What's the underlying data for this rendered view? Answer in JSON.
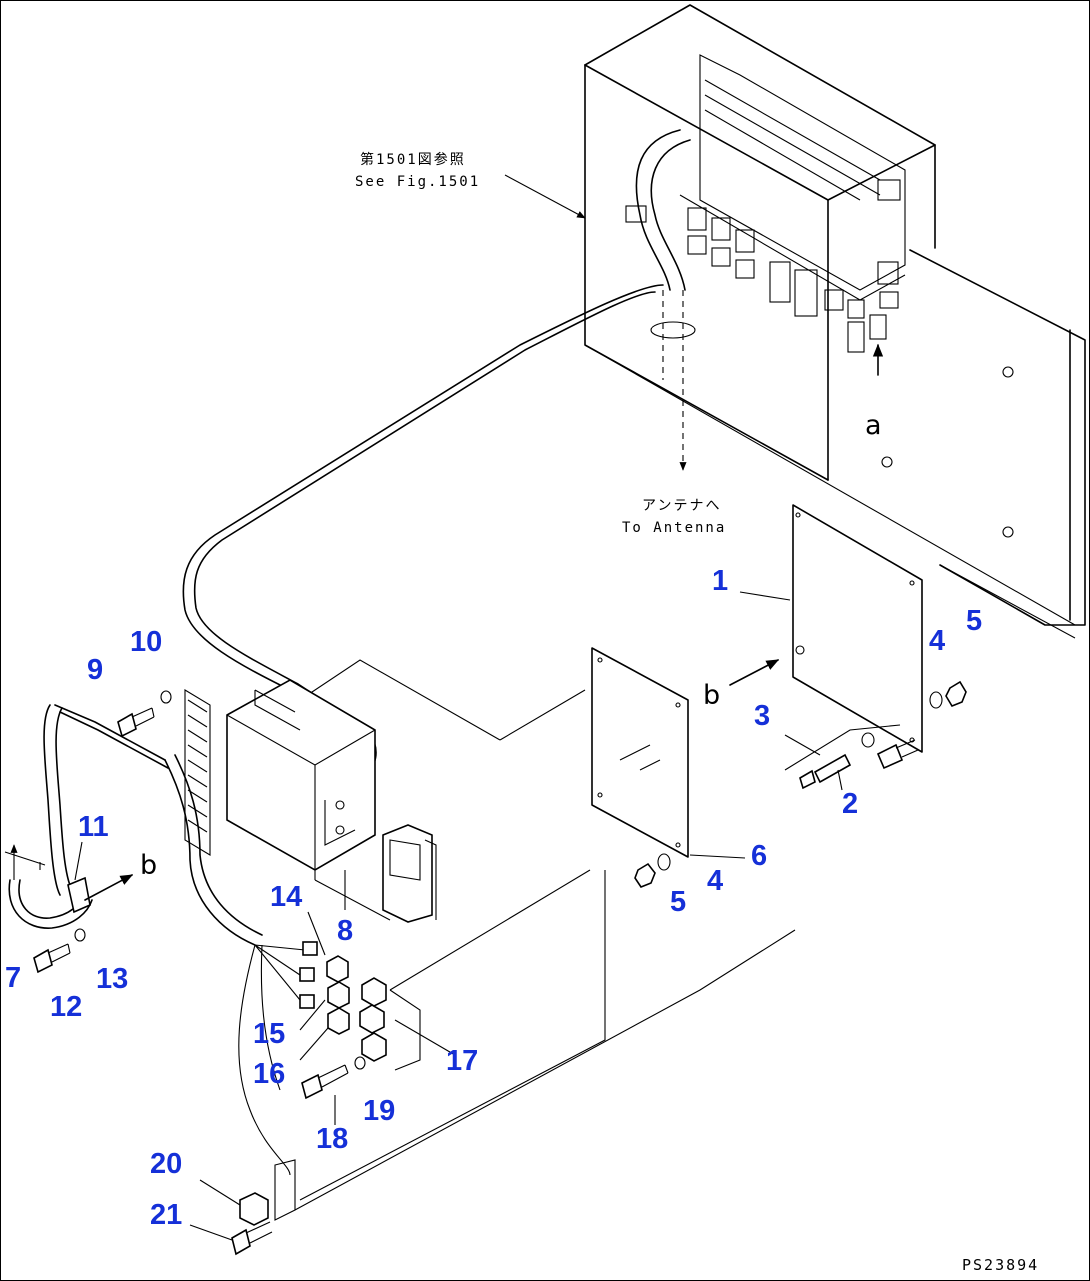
{
  "drawing_id": "PS23894",
  "notes": {
    "see_fig_jp": "第1501図参照",
    "see_fig_en": "See Fig.1501",
    "antenna_jp": "アンテナへ",
    "antenna_en": "To Antenna"
  },
  "view_letters": {
    "a": "a",
    "b1": "b",
    "b2": "b"
  },
  "part_numbers": {
    "p1": "1",
    "p2": "2",
    "p3": "3",
    "p4a": "4",
    "p4b": "4",
    "p5a": "5",
    "p5b": "5",
    "p6": "6",
    "p7": "7",
    "p8": "8",
    "p9": "9",
    "p10": "10",
    "p11": "11",
    "p12": "12",
    "p13": "13",
    "p14": "14",
    "p15": "15",
    "p16": "16",
    "p17": "17",
    "p18": "18",
    "p19": "19",
    "p20": "20",
    "p21": "21"
  },
  "colors": {
    "callout": "#1530d8",
    "line": "#000000"
  }
}
